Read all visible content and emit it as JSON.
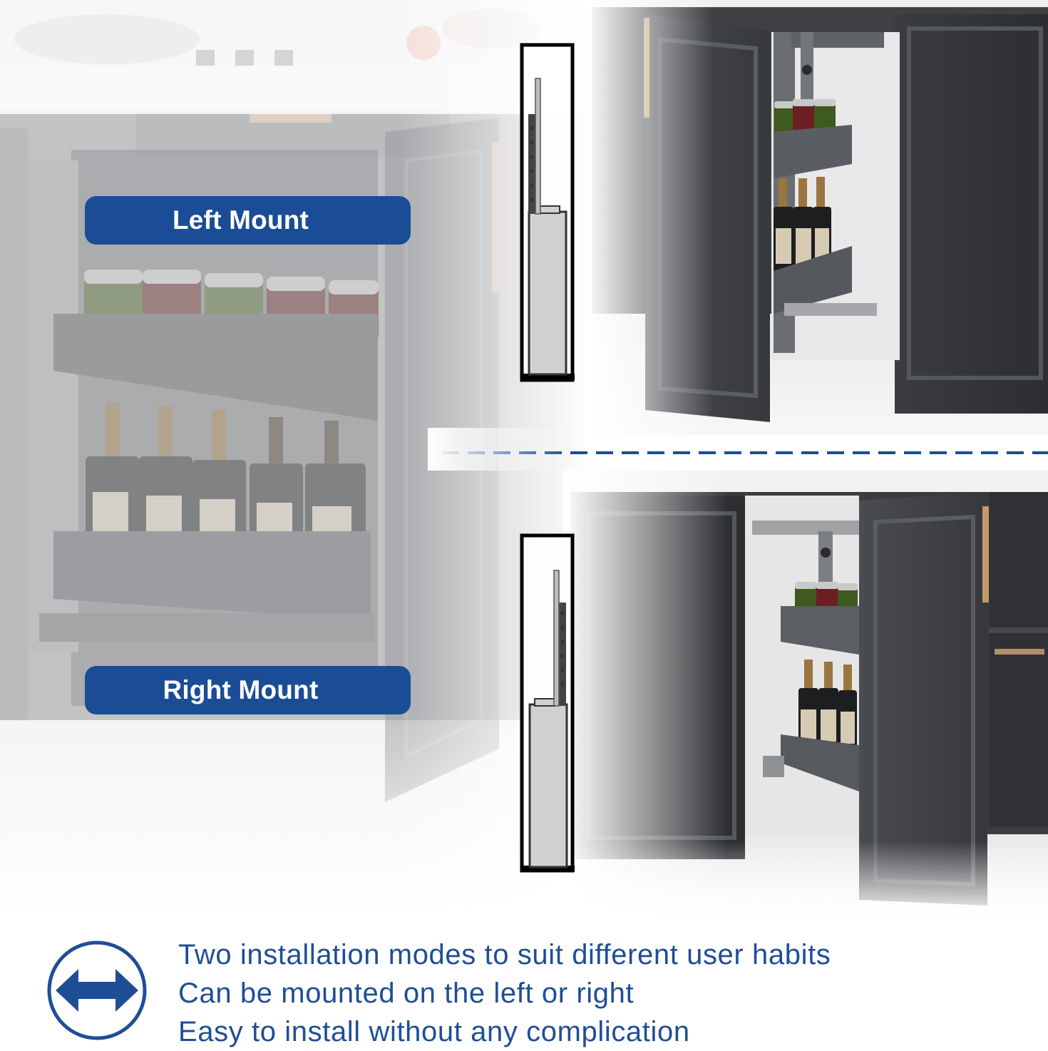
{
  "labels": {
    "left_mount": "Left Mount",
    "right_mount": "Right Mount"
  },
  "caption": {
    "lines": [
      "Two installation modes to suit different user habits",
      "Can be mounted on the left or right",
      "Easy to install without any complication"
    ]
  },
  "icons": {
    "mode_icon": "double-arrow-icon"
  },
  "colors": {
    "accent_blue": "#1a4d95",
    "caption_blue": "#1f4e96",
    "cabinet_dark": "#3d3f43",
    "rack_gray": "#5d6066"
  }
}
